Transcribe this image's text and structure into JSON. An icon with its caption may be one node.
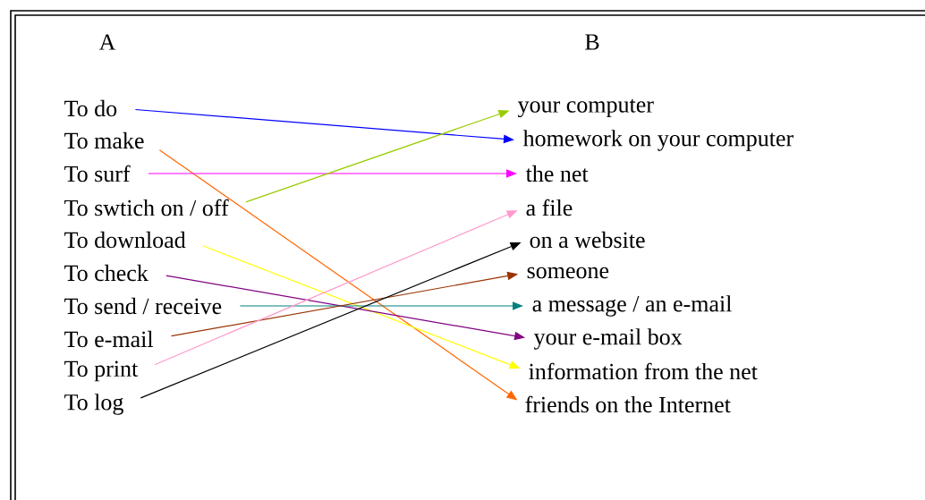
{
  "diagram": {
    "nodes": [
      {
        "text": [
          "To do"
        ]
      },
      {
        "text": [
          "To make"
        ]
      },
      {
        "text": [
          "To surf"
        ]
      },
      {
        "text": [
          "To swtich on / off"
        ]
      },
      {
        "text": [
          "To download"
        ]
      },
      {
        "text": [
          "To check"
        ]
      },
      {
        "text": [
          "To send / receive"
        ]
      },
      {
        "text": [
          "To e-mail"
        ]
      },
      {
        "text": [
          "To print"
        ]
      },
      {
        "text": [
          "To log"
        ]
      },
      {
        "text": [
          "your computer"
        ]
      },
      {
        "text": [
          "homework on your computer"
        ]
      },
      {
        "text": [
          "the net"
        ]
      },
      {
        "text": [
          "a file"
        ]
      },
      {
        "text": [
          "on a website"
        ]
      },
      {
        "text": [
          "someone"
        ]
      },
      {
        "text": [
          "a message / an e-mail"
        ]
      },
      {
        "text": [
          "your e-mail box"
        ]
      },
      {
        "text": [
          "information from the net"
        ]
      },
      {
        "text": [
          "friends on the Internet"
        ]
      }
    ],
    "edges": [
      {
        "from": 0,
        "to": 11,
        "arrow": "to",
        "color": "#0000ff"
      },
      {
        "from": 1,
        "to": 19,
        "arrow": "to",
        "color": "#ff6600"
      },
      {
        "from": 2,
        "to": 12,
        "arrow": "to",
        "color": "#ff00ff"
      },
      {
        "from": 3,
        "to": 10,
        "arrow": "to",
        "color": "#99cc00"
      },
      {
        "from": 4,
        "to": 18,
        "arrow": "to",
        "color": "#ffff00"
      },
      {
        "from": 5,
        "to": 17,
        "arrow": "to",
        "color": "#800080"
      },
      {
        "from": 6,
        "to": 16,
        "arrow": "to",
        "color": "#008080"
      },
      {
        "from": 7,
        "to": 15,
        "arrow": "to",
        "color": "#993300"
      },
      {
        "from": 8,
        "to": 13,
        "arrow": "to",
        "color": "#ff99cc"
      },
      {
        "from": 9,
        "to": 14,
        "arrow": "to",
        "color": "#000000"
      }
    ],
    "labels": [
      "A",
      "B"
    ]
  }
}
